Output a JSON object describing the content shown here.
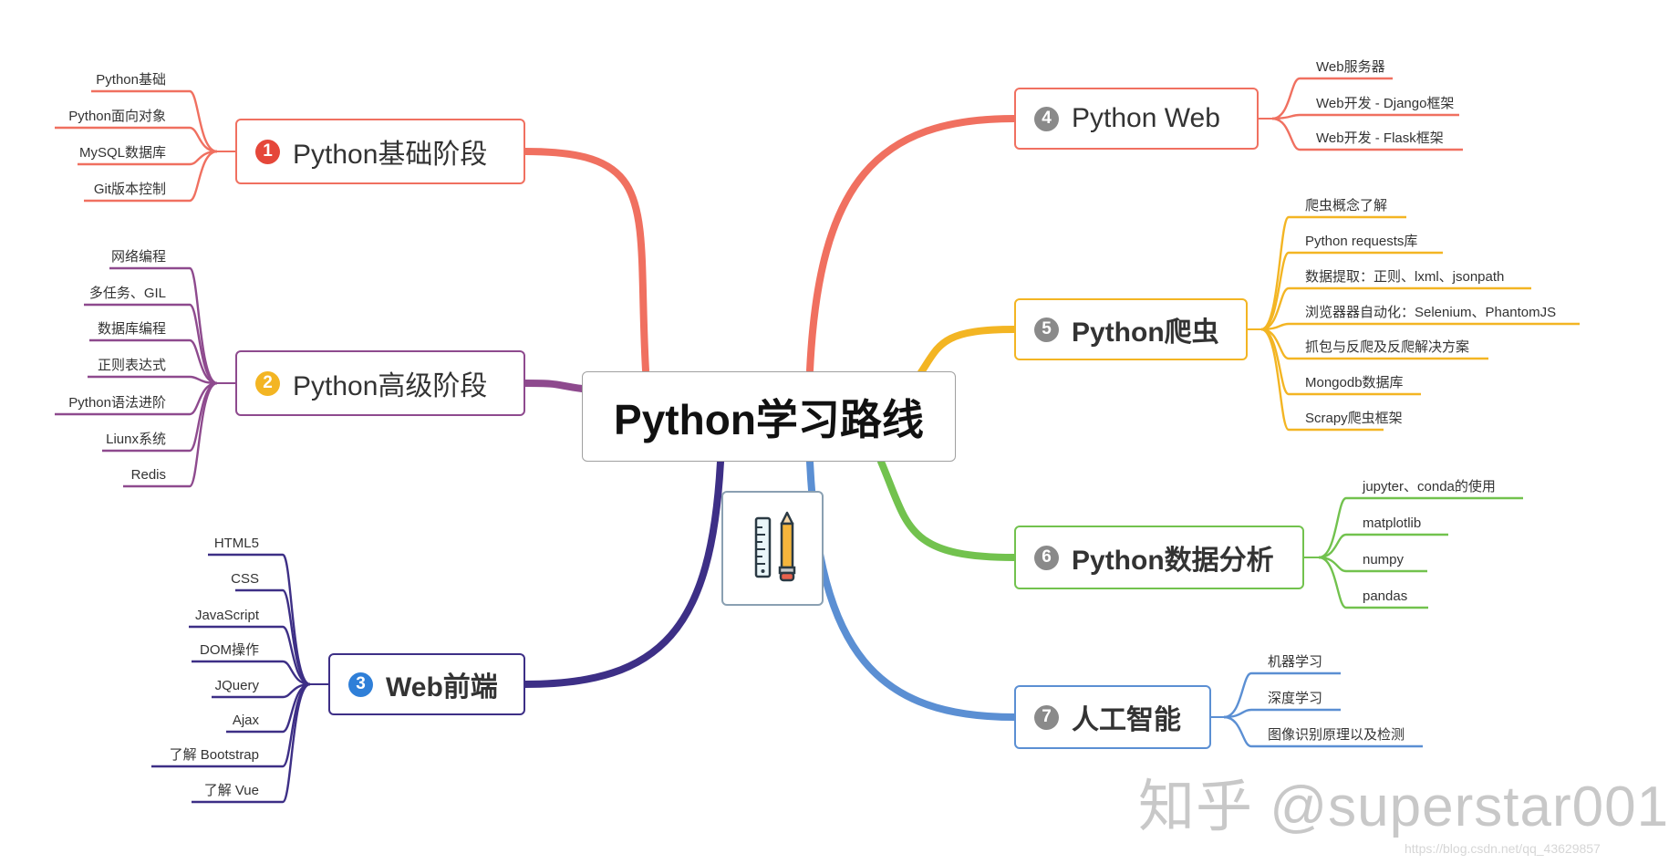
{
  "center": {
    "title": "Python学习路线"
  },
  "branches": [
    {
      "number": "1",
      "label": "Python基础阶段",
      "color": "#f07060",
      "side": "left",
      "leaves": [
        "Python基础",
        "Python面向对象",
        "MySQL数据库",
        "Git版本控制"
      ]
    },
    {
      "number": "2",
      "label": "Python高级阶段",
      "color": "#8e4a8e",
      "side": "left",
      "leaves": [
        "网络编程",
        "多任务、GIL",
        "数据库编程",
        "正则表达式",
        "Python语法进阶",
        "Liunx系统",
        "Redis"
      ]
    },
    {
      "number": "3",
      "label": "Web前端",
      "color": "#3d2f86",
      "side": "left",
      "leaves": [
        "HTML5",
        "CSS",
        "JavaScript",
        "DOM操作",
        "JQuery",
        "Ajax",
        "了解 Bootstrap",
        "了解 Vue"
      ]
    },
    {
      "number": "4",
      "label": "Python Web",
      "color": "#f07060",
      "side": "right",
      "leaves": [
        "Web服务器",
        "Web开发 - Django框架",
        "Web开发 - Flask框架"
      ]
    },
    {
      "number": "5",
      "label": "Python爬虫",
      "color": "#f3b523",
      "side": "right",
      "leaves": [
        "爬虫概念了解",
        "Python requests库",
        "数据提取：正则、lxml、jsonpath",
        "浏览器器自动化：Selenium、PhantomJS",
        "抓包与反爬及反爬解决方案",
        "Mongodb数据库",
        "Scrapy爬虫框架"
      ]
    },
    {
      "number": "6",
      "label": "Python数据分析",
      "color": "#72c24e",
      "side": "right",
      "leaves": [
        "jupyter、conda的使用",
        "matplotlib",
        "numpy",
        "pandas"
      ]
    },
    {
      "number": "7",
      "label": "人工智能",
      "color": "#5b8fd3",
      "side": "right",
      "leaves": [
        "机器学习",
        "深度学习",
        "图像识别原理以及检测"
      ]
    }
  ],
  "badge_colors": [
    "#e5473a",
    "#f3b523",
    "#2f7fd8",
    "#8a8a8a",
    "#8a8a8a",
    "#8a8a8a",
    "#8a8a8a"
  ],
  "watermark": "知乎 @superstar001",
  "watermark_url": "https://blog.csdn.net/qq_43629857",
  "icons": [
    "ruler-icon",
    "pencil-icon"
  ]
}
